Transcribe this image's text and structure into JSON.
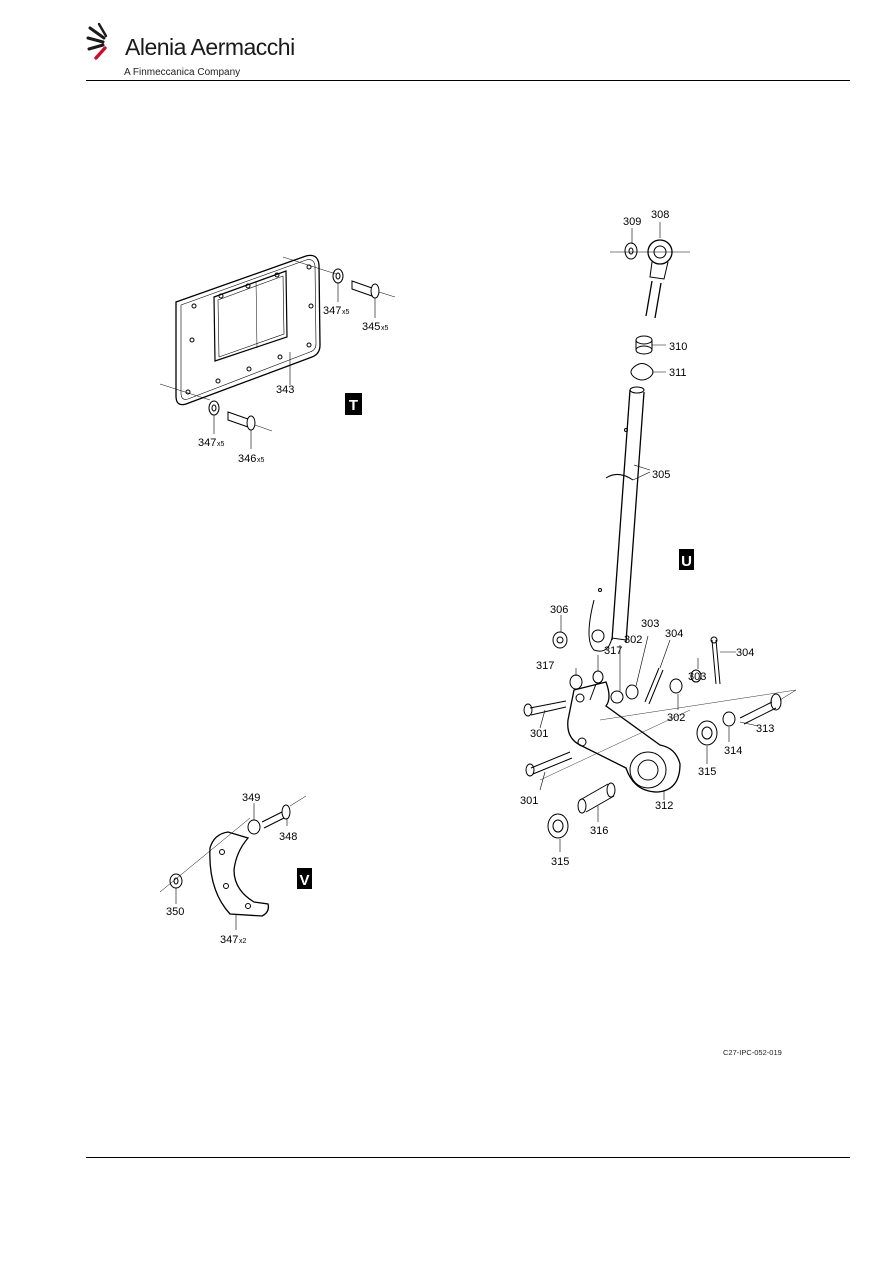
{
  "header": {
    "logo_name": "Alenia Aermacchi",
    "logo_sub": "A Finmeccanica Company",
    "logo_colors": {
      "accent": "#c8102e",
      "dark": "#1a1a1a"
    }
  },
  "figure": {
    "reference": "C27-IPC-052-019",
    "views": {
      "t": "T",
      "u": "U",
      "v": "V"
    },
    "callouts": {
      "c301a": "301",
      "c301b": "301",
      "c302a": "302",
      "c302b": "302",
      "c303a": "303",
      "c303b": "303",
      "c304a": "304",
      "c304b": "304",
      "c305": "305",
      "c306": "306",
      "c308": "308",
      "c309": "309",
      "c310": "310",
      "c311": "311",
      "c312": "312",
      "c313": "313",
      "c314": "314",
      "c315a": "315",
      "c315b": "315",
      "c316": "316",
      "c317a": "317",
      "c317b": "317",
      "c343": "343",
      "c345": "345",
      "c345q": "x5",
      "c346": "346",
      "c346q": "x5",
      "c347a": "347",
      "c347aq": "x5",
      "c347b": "347",
      "c347bq": "x5",
      "c347c": "347",
      "c347cq": "x2",
      "c348": "348",
      "c349": "349",
      "c350": "350"
    }
  }
}
